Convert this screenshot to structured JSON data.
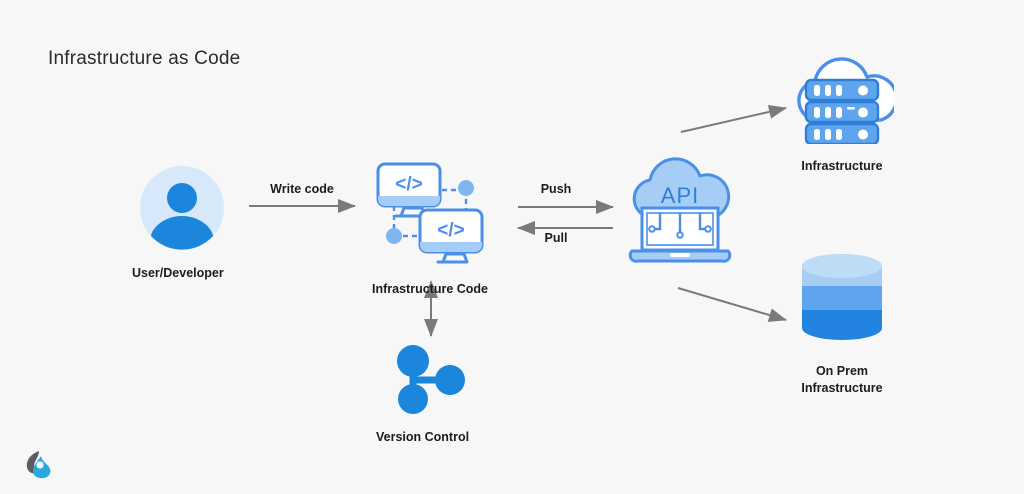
{
  "page": {
    "title": "Infrastructure as Code",
    "background_color": "#f7f7f8"
  },
  "palette": {
    "blue_primary": "#1c86dd",
    "blue_light": "#d6e8fa",
    "blue_icon": "#4a90e8",
    "blue_icon_fill": "#a6cdf5",
    "blue_mid": "#5fa5ee",
    "blue_deep": "#2284e0",
    "arrow_gray": "#7a7a7a",
    "text_dark": "#1c1c1c",
    "logo_gray": "#5a5c63",
    "logo_cyan": "#2aa9e0"
  },
  "nodes": {
    "user": {
      "label": "User/Developer",
      "icon": "user-avatar-icon"
    },
    "infra_code": {
      "label": "Infrastructure Code",
      "icon": "code-monitors-icon"
    },
    "version_control": {
      "label": "Version Control",
      "icon": "git-branch-icon"
    },
    "api": {
      "label": "API",
      "icon": "api-cloud-laptop-icon"
    },
    "infrastructure": {
      "label": "Infrastructure",
      "icon": "cloud-server-rack-icon"
    },
    "on_prem": {
      "label_line1": "On Prem",
      "label_line2": "Infrastructure",
      "icon": "database-cylinder-icon"
    }
  },
  "edges": {
    "write_code": {
      "label": "Write code",
      "direction": "right"
    },
    "push": {
      "label": "Push",
      "direction": "right"
    },
    "pull": {
      "label": "Pull",
      "direction": "left"
    },
    "code_to_vcs": {
      "label": "",
      "direction": "bidirectional-vertical"
    },
    "api_to_infrastructure": {
      "label": "",
      "direction": "up-right"
    },
    "api_to_on_prem": {
      "label": "",
      "direction": "down-right"
    }
  },
  "branding": {
    "logo": "brand-droplet-logo"
  }
}
